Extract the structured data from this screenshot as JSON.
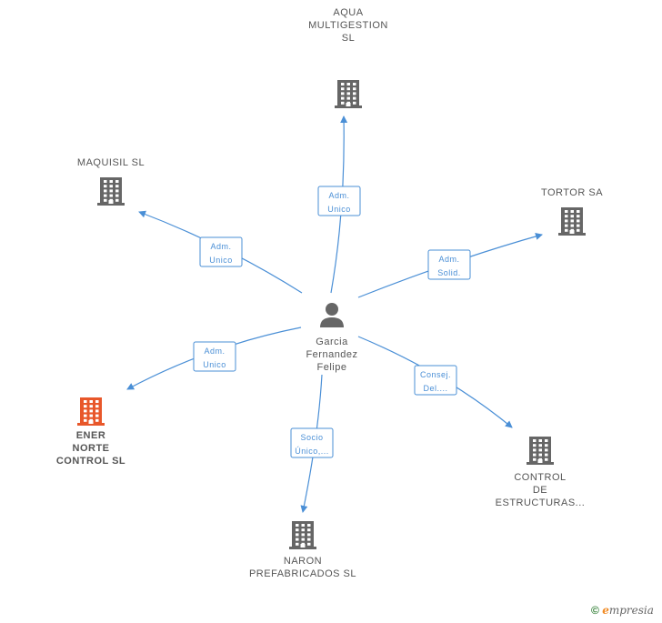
{
  "center": {
    "name_lines": [
      "Garcia",
      "Fernandez",
      "Felipe"
    ],
    "icon": "person-icon"
  },
  "nodes": [
    {
      "id": "aqua",
      "lines": [
        "AQUA",
        "MULTIGESTION",
        "SL"
      ],
      "icon": "building-icon",
      "color": "#666666"
    },
    {
      "id": "maquisil",
      "lines": [
        "MAQUISIL SL"
      ],
      "icon": "building-icon",
      "color": "#666666"
    },
    {
      "id": "tortor",
      "lines": [
        "TORTOR SA"
      ],
      "icon": "building-icon",
      "color": "#666666"
    },
    {
      "id": "ener",
      "lines": [
        "ENER",
        "NORTE",
        "CONTROL SL"
      ],
      "icon": "building-icon",
      "color": "#e8572a"
    },
    {
      "id": "naron",
      "lines": [
        "NARON",
        "PREFABRICADOS SL"
      ],
      "icon": "building-icon",
      "color": "#666666"
    },
    {
      "id": "control",
      "lines": [
        "CONTROL",
        "DE",
        "ESTRUCTURAS..."
      ],
      "icon": "building-icon",
      "color": "#666666"
    }
  ],
  "relations": [
    {
      "to": "aqua",
      "lines": [
        "Adm.",
        "Unico"
      ]
    },
    {
      "to": "maquisil",
      "lines": [
        "Adm.",
        "Unico"
      ]
    },
    {
      "to": "tortor",
      "lines": [
        "Adm.",
        "Solid."
      ]
    },
    {
      "to": "ener",
      "lines": [
        "Adm.",
        "Unico"
      ]
    },
    {
      "to": "naron",
      "lines": [
        "Socio",
        "Único,..."
      ]
    },
    {
      "to": "control",
      "lines": [
        "Consej.",
        "Del...."
      ]
    }
  ],
  "colors": {
    "edge": "#4a8fd6",
    "building": "#666666",
    "highlight": "#e8572a",
    "person": "#666666"
  },
  "footer": {
    "copyright": "©",
    "brand_initial": "e",
    "brand_rest": "mpresia"
  }
}
